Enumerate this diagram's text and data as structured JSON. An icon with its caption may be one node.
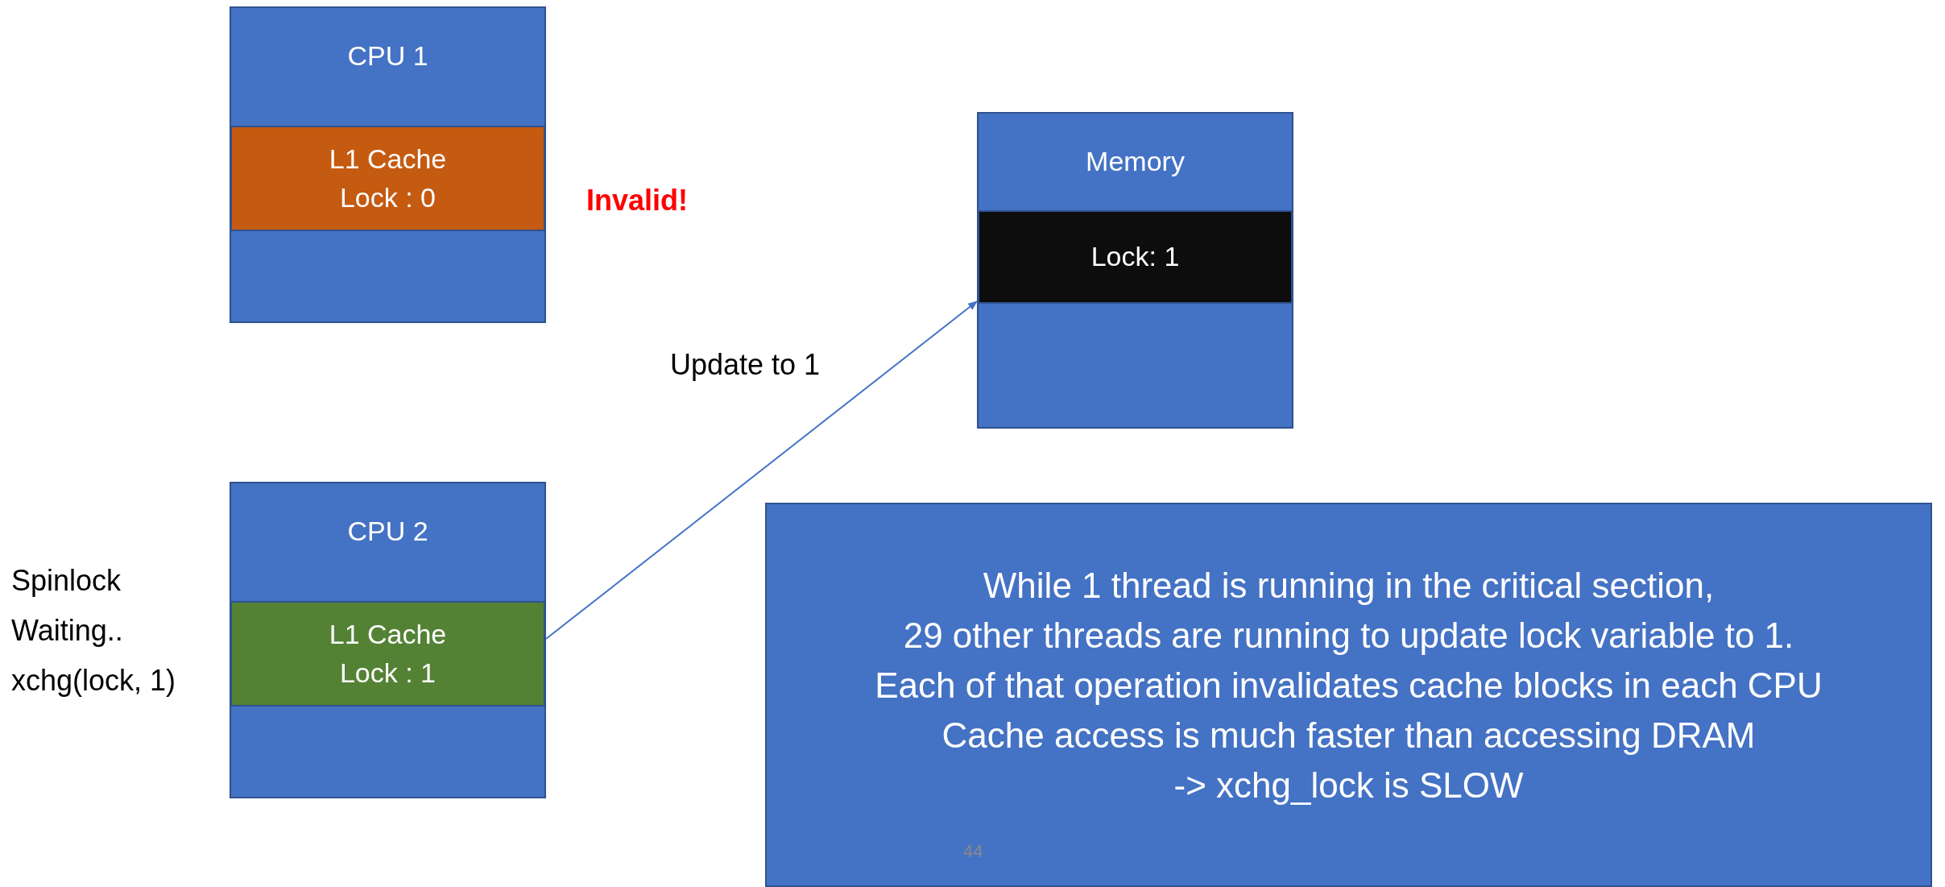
{
  "diagram": {
    "nodes": [
      {
        "text": [
          "CPU 1"
        ]
      },
      {
        "text": [
          "L1 Cache",
          "Lock : 0"
        ],
        "in": 0,
        "beside": [
          "Invalid!"
        ]
      },
      {
        "text": [
          "Memory"
        ]
      },
      {
        "text": [
          "Lock: 1"
        ],
        "in": 2
      },
      {
        "text": [
          "CPU 2"
        ],
        "beside": [
          "Spinlock Waiting.. xchg(lock, 1)"
        ]
      },
      {
        "text": [
          "L1 Cache",
          "Lock : 1"
        ],
        "in": 4
      },
      {
        "text": [
          "While 1 thread is running in the critical section,",
          "29 other threads are running to update lock variable to 1.",
          "Each of that operation invalidates cache blocks in each CPU",
          "Cache access is much faster than accessing DRAM",
          "-> xchg_lock is SLOW"
        ]
      }
    ],
    "edges": [
      {
        "from": 4,
        "to": 2,
        "arrow": "to",
        "label": "Update to 1"
      }
    ],
    "labels": [
      "44"
    ]
  }
}
